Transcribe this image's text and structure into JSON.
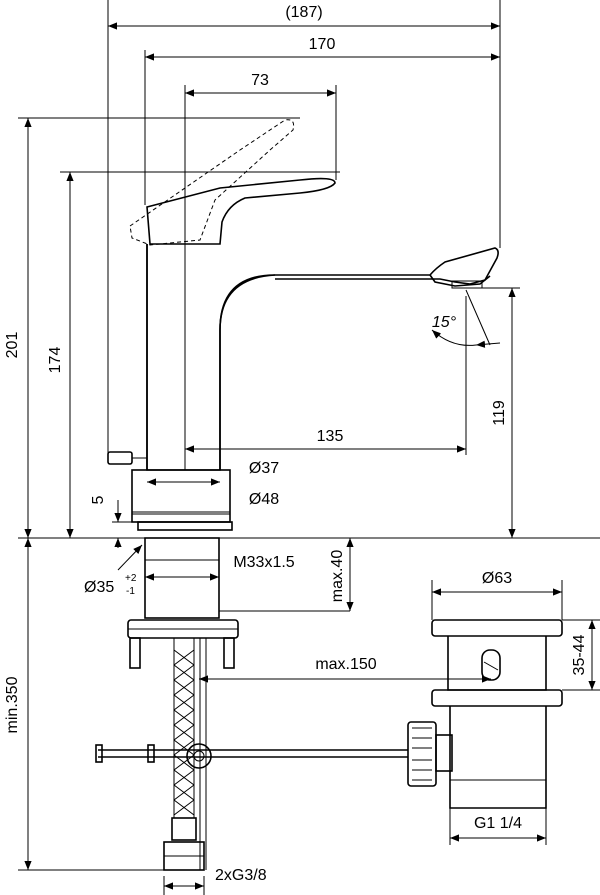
{
  "dimensions": {
    "overall_width": "(187)",
    "reach_total": "170",
    "lever_reach": "73",
    "total_height": "201",
    "spout_height": "174",
    "outlet_height": "119",
    "spout_reach": "135",
    "spray_angle": "15°",
    "body_diameter": "Ø37",
    "base_diameter": "Ø48",
    "base_offset": "5",
    "hole_diameter": "Ø35",
    "hole_tol_plus": "+2",
    "hole_tol_minus": "-1",
    "thread": "M33x1.5",
    "deck_thickness": "max.40",
    "hose_length": "min.350",
    "rod_distance": "max.150",
    "waste_diameter": "Ø63",
    "waste_height": "35-44",
    "waste_thread": "G1 1/4",
    "connection": "2xG3/8"
  }
}
